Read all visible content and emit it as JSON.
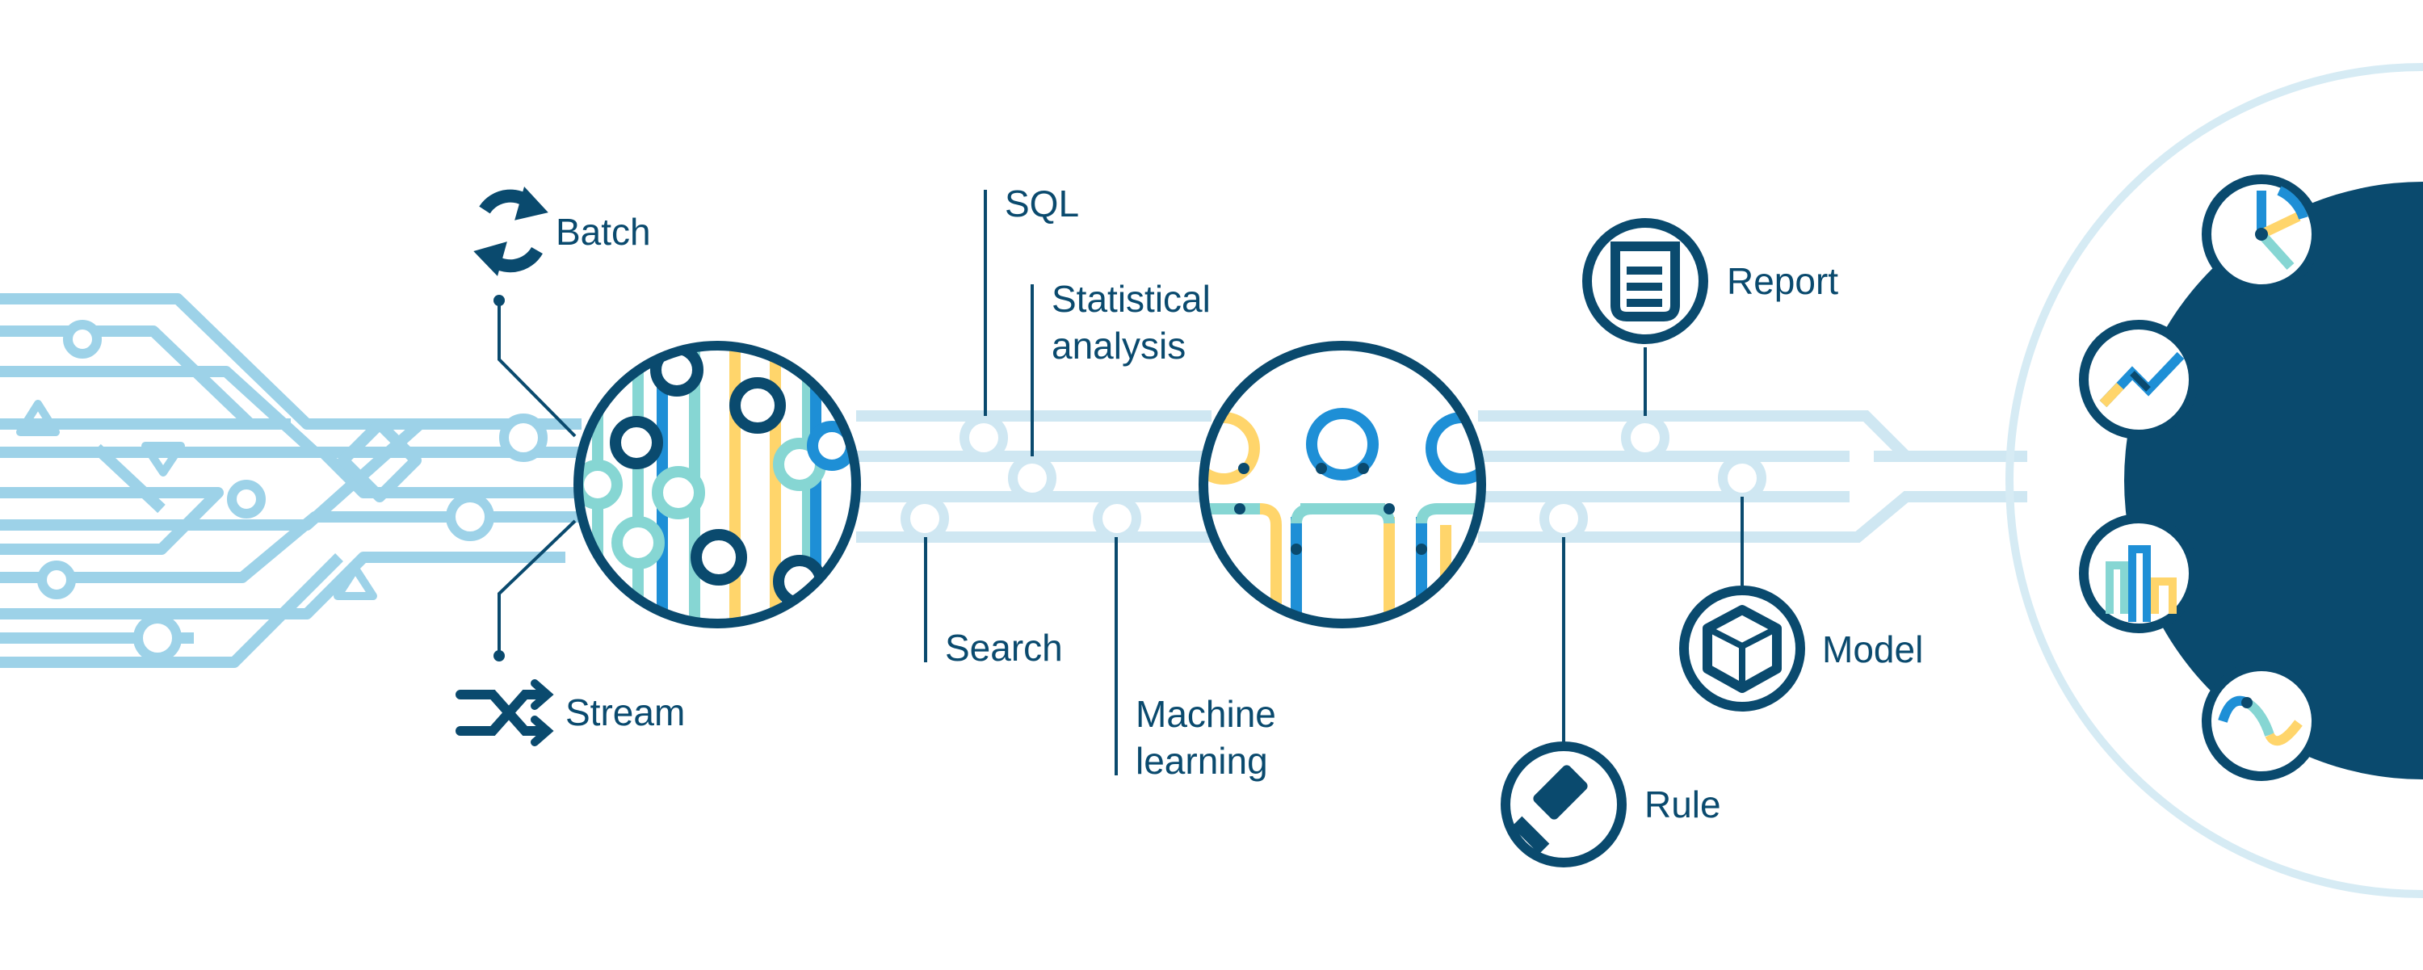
{
  "colors": {
    "navy": "#0a4a6e",
    "pale_blue": "#cde6f1",
    "mid_blue": "#8ccbe3",
    "bright_blue": "#1e8fd6",
    "teal": "#86d6d3",
    "yellow": "#ffd56b"
  },
  "labels": {
    "batch": "Batch",
    "stream": "Stream",
    "sql": "SQL",
    "statistical_line1": "Statistical",
    "statistical_line2": "analysis",
    "search": "Search",
    "ml_line1": "Machine",
    "ml_line2": "learning",
    "report": "Report",
    "model": "Model",
    "rule": "Rule"
  },
  "icons": {
    "batch": "refresh-icon",
    "stream": "shuffle-icon",
    "report": "document-icon",
    "model": "cube-icon",
    "rule": "gavel-icon",
    "outputs": [
      "pie-chart-icon",
      "line-chart-icon",
      "bar-chart-icon",
      "wave-chart-icon"
    ]
  }
}
